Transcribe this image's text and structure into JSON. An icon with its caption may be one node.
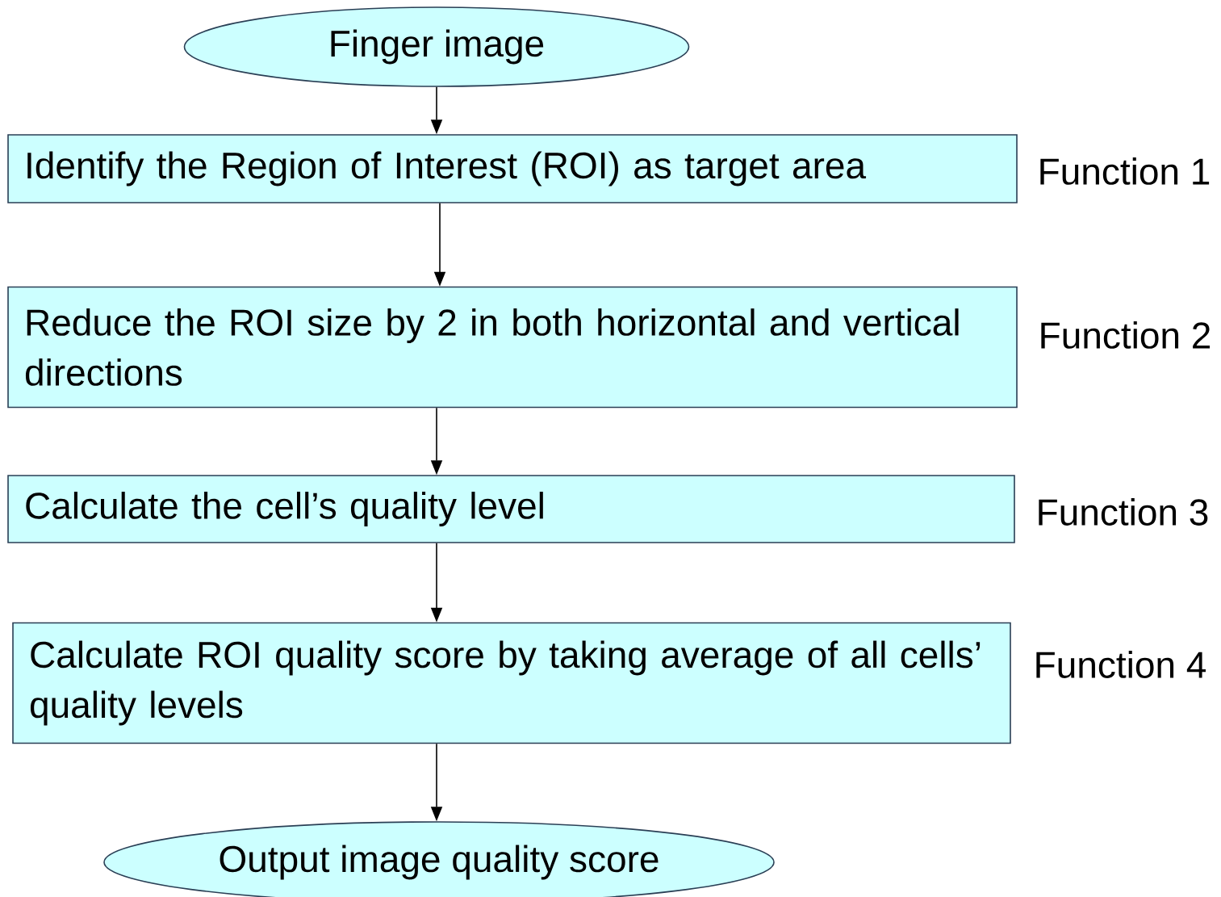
{
  "diagram": {
    "nodes": [
      {
        "text": [
          "Finger image"
        ]
      },
      {
        "text": [
          "Identify the Region of Interest (ROI) as target area"
        ],
        "beside": [
          "Function 1"
        ]
      },
      {
        "text": [
          "Reduce the ROI size by 2 in both horizontal and vertical directions"
        ],
        "beside": [
          "Function 2"
        ]
      },
      {
        "text": [
          "Calculate the cell’s quality level"
        ],
        "beside": [
          "Function 3"
        ]
      },
      {
        "text": [
          "Calculate ROI quality score by taking average of all cells’ quality levels"
        ],
        "beside": [
          "Function 4"
        ]
      },
      {
        "text": [
          "Output image quality score"
        ]
      }
    ],
    "edges": [
      {
        "from": 0,
        "to": 1,
        "arrow": "to"
      },
      {
        "from": 1,
        "to": 2,
        "arrow": "to"
      },
      {
        "from": 2,
        "to": 3,
        "arrow": "to"
      },
      {
        "from": 3,
        "to": 4,
        "arrow": "to"
      },
      {
        "from": 4,
        "to": 5,
        "arrow": "to"
      }
    ]
  }
}
